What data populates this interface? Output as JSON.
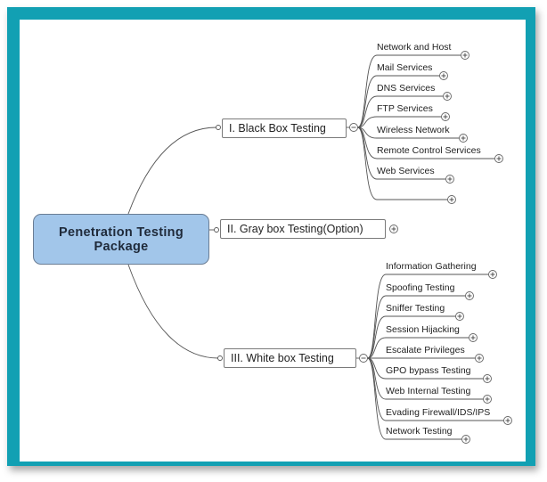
{
  "root": {
    "label": "Penetration Testing\nPackage"
  },
  "branches": [
    {
      "label": "I. Black Box Testing",
      "children": [
        "Network and Host",
        "Mail Services",
        "DNS Services",
        "FTP Services",
        "Wireless Network",
        "Remote Control Services",
        "Web Services",
        ""
      ]
    },
    {
      "label": "II. Gray box Testing(Option)",
      "children": []
    },
    {
      "label": "III. White box Testing",
      "children": [
        "Information Gathering",
        "Spoofing Testing",
        "Sniffer Testing",
        "Session Hijacking",
        "Escalate Privileges",
        "GPO bypass Testing",
        "Web Internal Testing",
        "Evading Firewall/IDS/IPS",
        "Network Testing"
      ]
    }
  ],
  "colors": {
    "frame": "#12a0b3",
    "root_fill": "#a2c6ea"
  }
}
